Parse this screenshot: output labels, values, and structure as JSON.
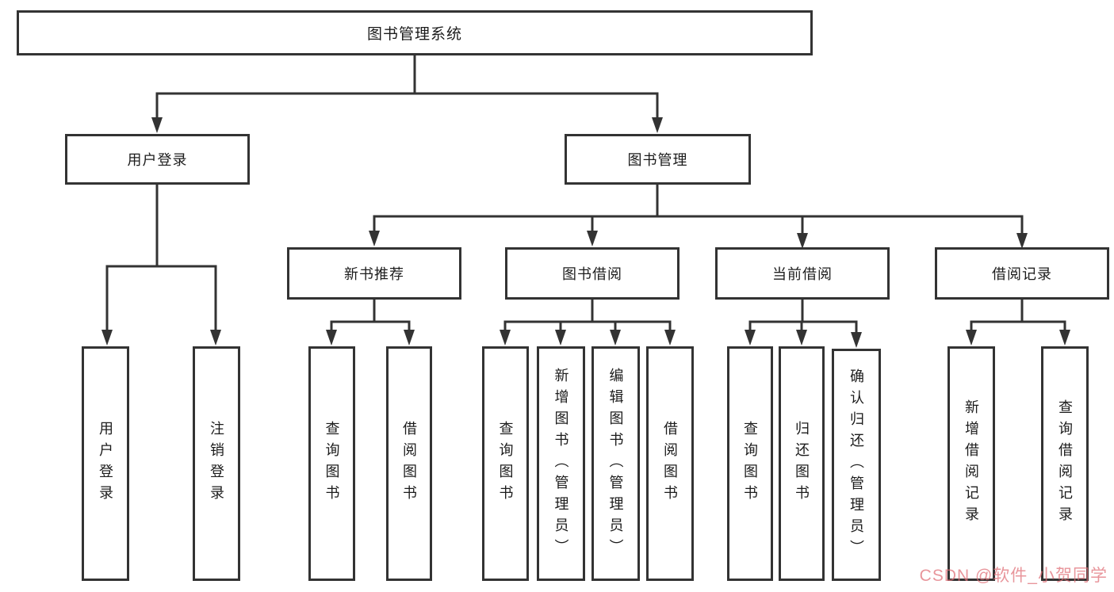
{
  "root": {
    "label": "图书管理系统"
  },
  "user_login": {
    "label": "用户登录",
    "children": [
      {
        "label": "用户登录"
      },
      {
        "label": "注销登录"
      }
    ]
  },
  "book_management": {
    "label": "图书管理",
    "sections": [
      {
        "label": "新书推荐",
        "children": [
          {
            "label": "查询图书"
          },
          {
            "label": "借阅图书"
          }
        ]
      },
      {
        "label": "图书借阅",
        "children": [
          {
            "label": "查询图书"
          },
          {
            "label": "新增图书（管理员）"
          },
          {
            "label": "编辑图书（管理员）"
          },
          {
            "label": "借阅图书"
          }
        ]
      },
      {
        "label": "当前借阅",
        "children": [
          {
            "label": "查询图书"
          },
          {
            "label": "归还图书"
          },
          {
            "label": "确认归还（管理员）"
          }
        ]
      },
      {
        "label": "借阅记录",
        "children": [
          {
            "label": "新增借阅记录"
          },
          {
            "label": "查询借阅记录"
          }
        ]
      }
    ]
  },
  "watermark": {
    "text": "CSDN @软件_小贺同学",
    "color": "#df6c75"
  },
  "colors": {
    "line": "#333333",
    "text": "#1c1c1c",
    "background": "#ffffff"
  }
}
